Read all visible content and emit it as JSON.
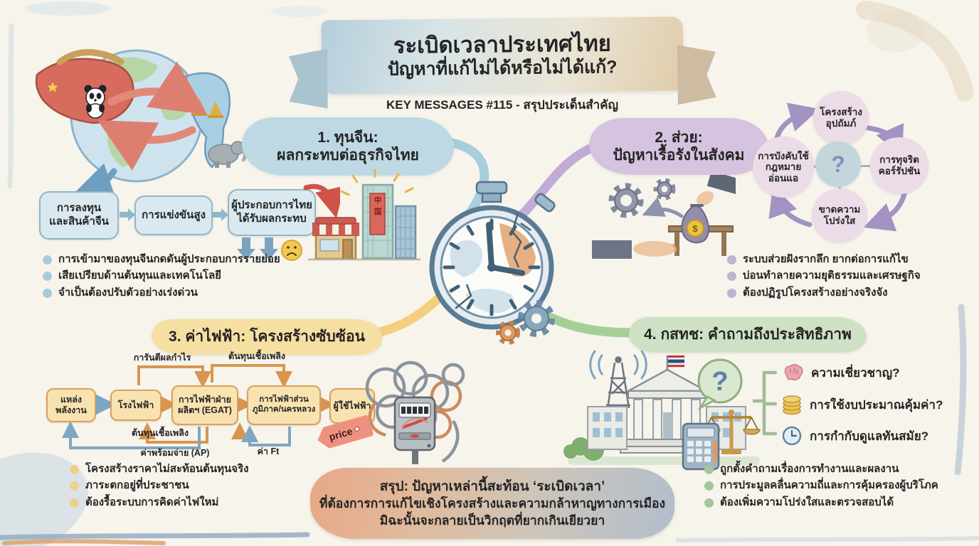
{
  "banner": {
    "title_line1": "ระเบิดเวลาประเทศไทย",
    "title_line2": "ปัญหาที่แก้ไม่ได้หรือไม่ได้แก้?",
    "subtitle": "KEY MESSAGES #115 - สรุปประเด็นสำคัญ"
  },
  "icons": {
    "question": "?",
    "dollar": "$"
  },
  "accent_colors": {
    "section1_blue": "#bed9e3",
    "section2_purple": "#d5c3df",
    "section3_yellow": "#f6dfa2",
    "section4_green": "#cfe1c5",
    "summary_warm": "#e7a887",
    "summary_cool": "#b2becc",
    "china_red": "#d66b5e",
    "thailand_blue": "#a9cfe3"
  },
  "sections": {
    "china": {
      "title": "1. ทุนจีน:\nผลกระทบต่อธุรกิจไทย",
      "flow": [
        "การลงทุน\nและสินค้าจีน",
        "การแข่งขันสูง",
        "ผู้ประกอบการไทย\nได้รับผลกระทบ"
      ],
      "bullets": [
        "การเข้ามาของทุนจีนกดดันผู้ประกอบการรายย่อย",
        "เสียเปรียบด้านต้นทุนและเทคโนโลยี",
        "จำเป็นต้องปรับตัวอย่างเร่งด่วน"
      ],
      "building_sign": "中\n国"
    },
    "bribery": {
      "title": "2. ส่วย:\nปัญหาเรื้อรังในสังคม",
      "cycle": {
        "top": "โครงสร้าง\nอุปถัมภ์",
        "right": "การทุจริต\nคอร์รัปชัน",
        "bottom": "ขาดความ\nโปร่งใส",
        "left": "การบังคับใช้\nกฎหมาย\nอ่อนแอ",
        "center": "?"
      },
      "bullets": [
        "ระบบส่วยฝังรากลึก ยากต่อการแก้ไข",
        "บ่อนทำลายความยุติธรรมและเศรษฐกิจ",
        "ต้องปฏิรูปโครงสร้างอย่างจริงจัง"
      ]
    },
    "electricity": {
      "title": "3. ค่าไฟฟ้า: โครงสร้างซับซ้อน",
      "flow": [
        "แหล่ง\nพลังงาน",
        "โรงไฟฟ้า",
        "การไฟฟ้าฝ่าย\nผลิตฯ (EGAT)",
        "การไฟฟ้าส่วน\nภูมิภาค/นครหลวง",
        "ผู้ใช้ไฟฟ้า"
      ],
      "labels": {
        "guarantee": "การันตีผลกำไร",
        "fuel_top": "ต้นทุนเชื้อเพลิง",
        "fuel_back": "ต้นทุนเชื้อเพลิง",
        "ap": "ค่าพร้อมจ่าย (AP)",
        "ft": "ค่า Ft"
      },
      "price_tag": "price",
      "bullets": [
        "โครงสร้างราคาไม่สะท้อนต้นทุนจริง",
        "ภาระตกอยู่ที่ประชาชน",
        "ต้องรื้อระบบการคิดค่าไฟใหม่"
      ]
    },
    "nbtc": {
      "title": "4. กสทช: คำถามถึงประสิทธิภาพ",
      "questions": [
        "ความเชี่ยวชาญ?",
        "การใช้งบประมาณคุ้มค่า?",
        "การกำกับดูแลทันสมัย?"
      ],
      "bullets": [
        "ถูกตั้งคำถามเรื่องการทำงานและผลงาน",
        "การประมูลคลื่นความถี่และการคุ้มครองผู้บริโภค",
        "ต้องเพิ่มความโปร่งใสและตรวจสอบได้"
      ]
    }
  },
  "summary": {
    "line1": "สรุป: ปัญหาเหล่านี้สะท้อน ‘ระเบิดเวลา’",
    "line2": "ที่ต้องการการแก้ไขเชิงโครงสร้างและความกล้าหาญทางการเมือง",
    "line3": "มิฉะนั้นจะกลายเป็นวิกฤตที่ยากเกินเยียวยา"
  }
}
